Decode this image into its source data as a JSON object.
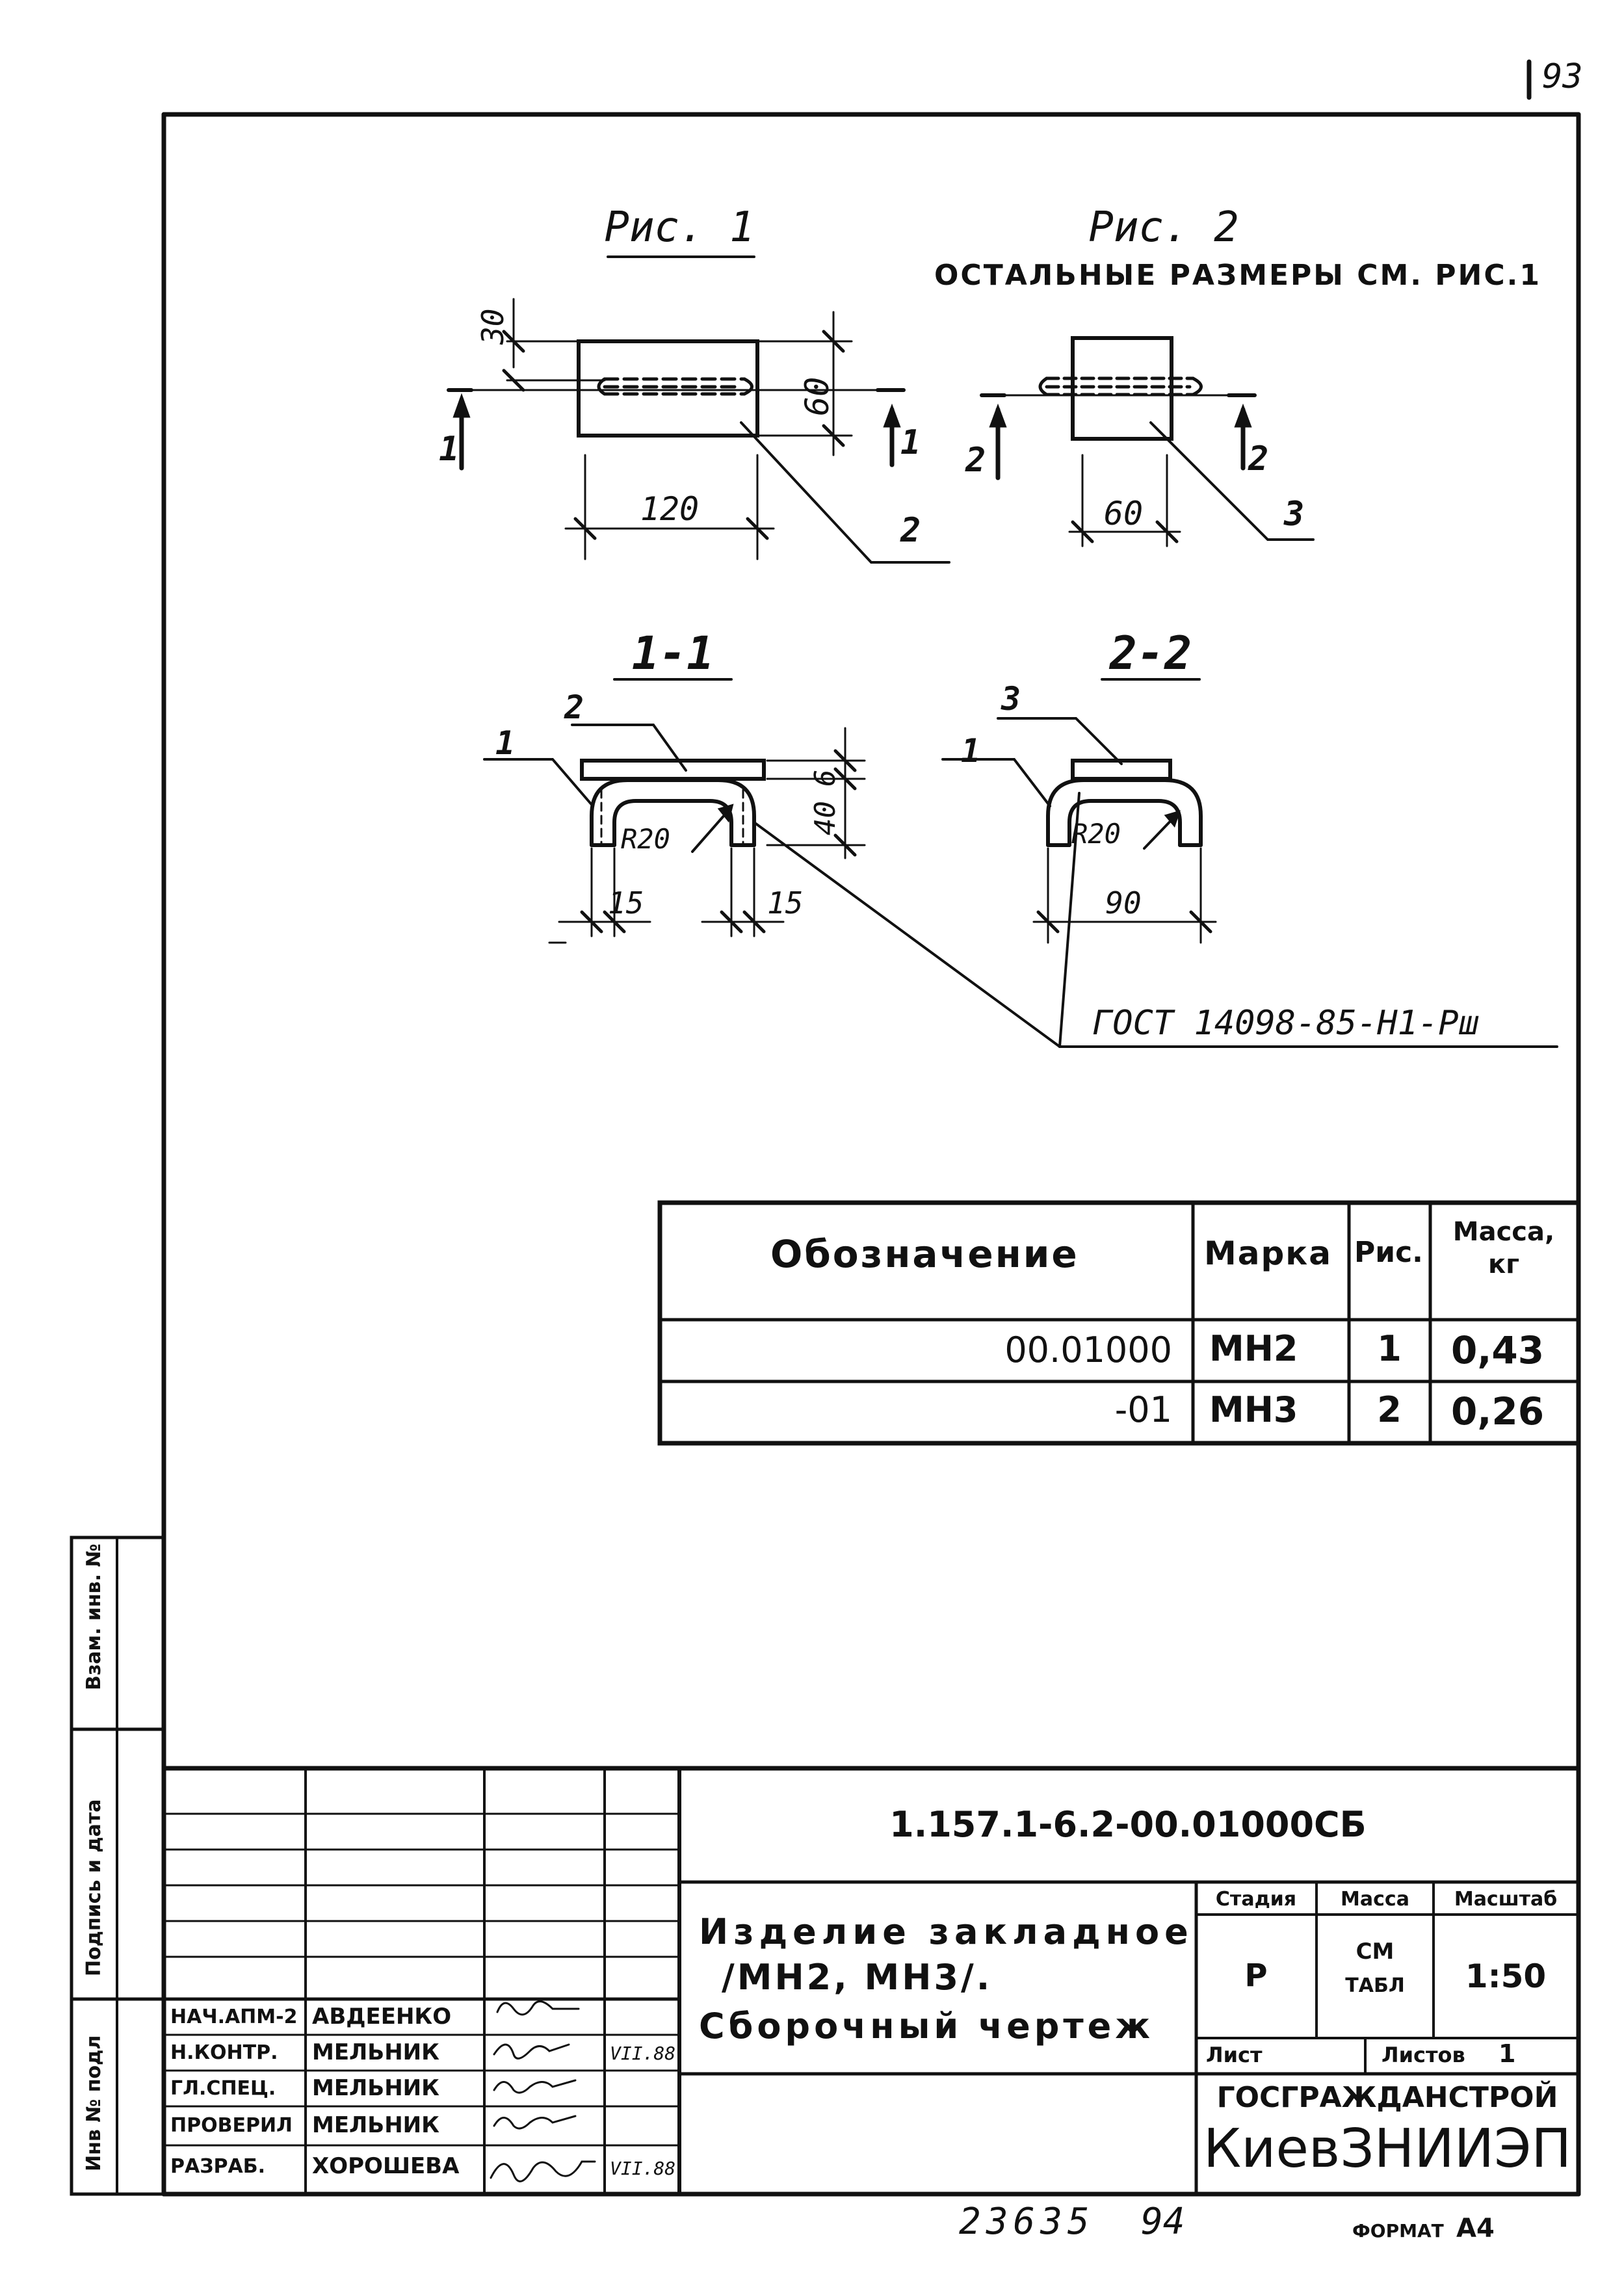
{
  "sheet_number": "93",
  "figures": {
    "fig1": {
      "title": "Рис. 1",
      "dim_width": "120",
      "dim_height": "60",
      "dim_top": "30",
      "label_part": "2",
      "section_mark": "1"
    },
    "fig2": {
      "title": "Рис. 2",
      "note": "ОСТАЛЬНЫЕ РАЗМЕРЫ СМ. РИС.1",
      "dim_width": "60",
      "label_part": "3",
      "section_mark": "2"
    },
    "sec11": {
      "title": "1-1",
      "label_1": "1",
      "label_2": "2",
      "radius": "R20",
      "dim_left": "15",
      "dim_right": "15",
      "dim_thick": "6",
      "dim_height": "40"
    },
    "sec22": {
      "title": "2-2",
      "label_1": "1",
      "label_3": "3",
      "radius": "R20",
      "dim_width": "90"
    },
    "gost": "ГОСТ 14098-85-Н1-Рш"
  },
  "spec_table": {
    "headers": [
      "Обозначение",
      "Марка",
      "Рис.",
      "Масса, кг"
    ],
    "rows": [
      [
        "00.01000",
        "МН2",
        "1",
        "0,43"
      ],
      [
        "-01",
        "МН3",
        "2",
        "0,26"
      ]
    ]
  },
  "side_strip": [
    "Инв № подл",
    "Подпись и дата",
    "Взам. инв. №"
  ],
  "title_block": {
    "doc_code": "1.157.1-6.2-00.01000СБ",
    "name_lines": [
      "Изделие закладное",
      "/МН2, МН3/.",
      "Сборочный чертеж"
    ],
    "headers": {
      "stage": "Стадия",
      "mass": "Масса",
      "scale": "Масштаб"
    },
    "values": {
      "stage": "Р",
      "mass_line1": "СМ",
      "mass_line2": "ТАБЛ",
      "scale": "1:50"
    },
    "sheet_label": "Лист",
    "sheets_label": "Листов",
    "sheets_value": "1",
    "org_line1": "ГОСГРАЖДАНСТРОЙ",
    "org_line2": "КиевЗНИИЭП",
    "staff": [
      {
        "role": "НАЧ.АПМ-2",
        "name": "АВДЕЕНКО",
        "date": ""
      },
      {
        "role": "Н.КОНТР.",
        "name": "МЕЛЬНИК",
        "date": "VII.88"
      },
      {
        "role": "ГЛ.СПЕЦ.",
        "name": "МЕЛЬНИК",
        "date": ""
      },
      {
        "role": "ПРОВЕРИЛ",
        "name": "МЕЛЬНИК",
        "date": ""
      },
      {
        "role": "РАЗРАБ.",
        "name": "ХОРОШЕВА",
        "date": "VII.88"
      }
    ]
  },
  "footer": {
    "archive_number": "23635",
    "page_number": "94",
    "format_label": "ФОРМАТ",
    "format_value": "А4"
  }
}
